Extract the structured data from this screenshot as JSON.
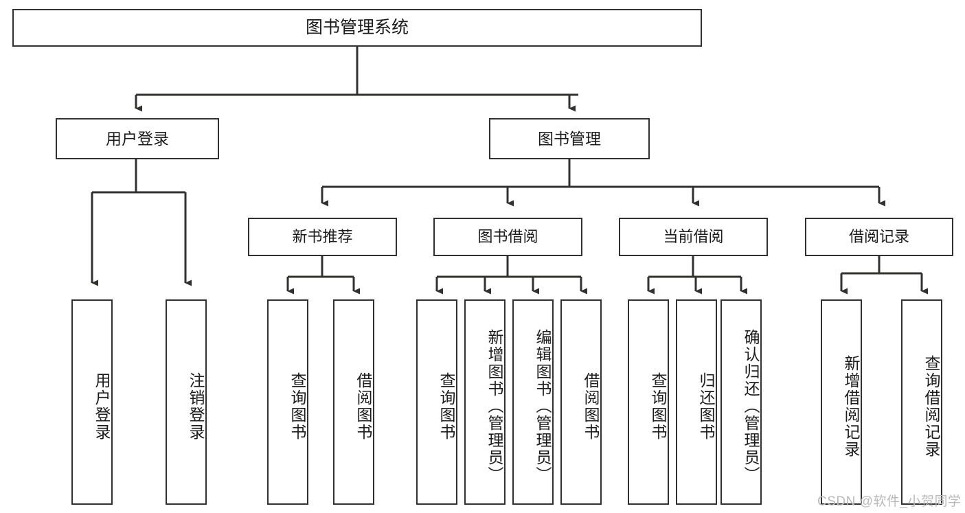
{
  "diagram": {
    "title": "图书管理系统",
    "type": "tree-hierarchy-chart",
    "root": {
      "label": "图书管理系统"
    },
    "level2": [
      {
        "label": "用户登录"
      },
      {
        "label": "图书管理"
      }
    ],
    "level3": [
      {
        "label": "新书推荐"
      },
      {
        "label": "图书借阅"
      },
      {
        "label": "当前借阅"
      },
      {
        "label": "借阅记录"
      }
    ],
    "leaves": {
      "user_login": [
        {
          "label": "用户登录"
        },
        {
          "label": "注销登录"
        }
      ],
      "new_book_recommend": [
        {
          "label": "查询图书"
        },
        {
          "label": "借阅图书"
        }
      ],
      "book_borrow": [
        {
          "label": "查询图书"
        },
        {
          "label": "新增图书（管理员）"
        },
        {
          "label": "编辑图书（管理员）"
        },
        {
          "label": "借阅图书"
        }
      ],
      "current_borrow": [
        {
          "label": "查询图书"
        },
        {
          "label": "归还图书"
        },
        {
          "label": "确认归还（管理员）"
        }
      ],
      "borrow_records": [
        {
          "label": "新增借阅记录"
        },
        {
          "label": "查询借阅记录"
        }
      ]
    }
  },
  "watermark": {
    "text": "CSDN @软件_小贺同学"
  },
  "colors": {
    "box_border": "#32312f",
    "box_fill": "#ffffff",
    "connector": "#32312f",
    "text": "#1c1c1c",
    "watermark": "#b9b9b9"
  }
}
